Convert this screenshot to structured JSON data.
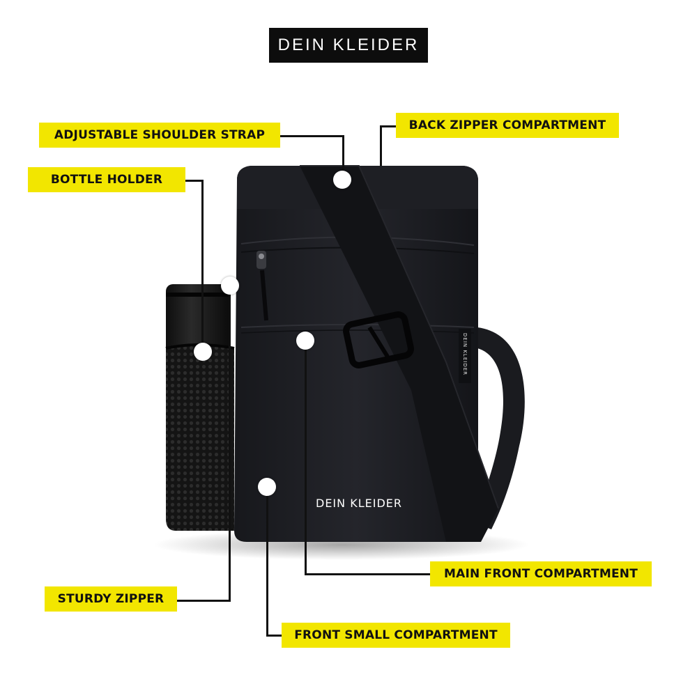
{
  "brand": {
    "header_label": "DEIN KLEIDER",
    "bag_print": "DEIN KLEIDER",
    "side_tag": "DEIN KLEIDER"
  },
  "callouts": {
    "adjustable_shoulder_strap": "ADJUSTABLE SHOULDER STRAP",
    "back_zipper_compartment": "BACK ZIPPER COMPARTMENT",
    "bottle_holder": "BOTTLE HOLDER",
    "main_front_compartment": "MAIN FRONT COMPARTMENT",
    "sturdy_zipper": "STURDY ZIPPER",
    "front_small_compartment": "FRONT SMALL COMPARTMENT"
  },
  "colors": {
    "label_yellow": "#f2e600",
    "header_black": "#0d0d0d",
    "bag_black": "#1c1d21"
  }
}
